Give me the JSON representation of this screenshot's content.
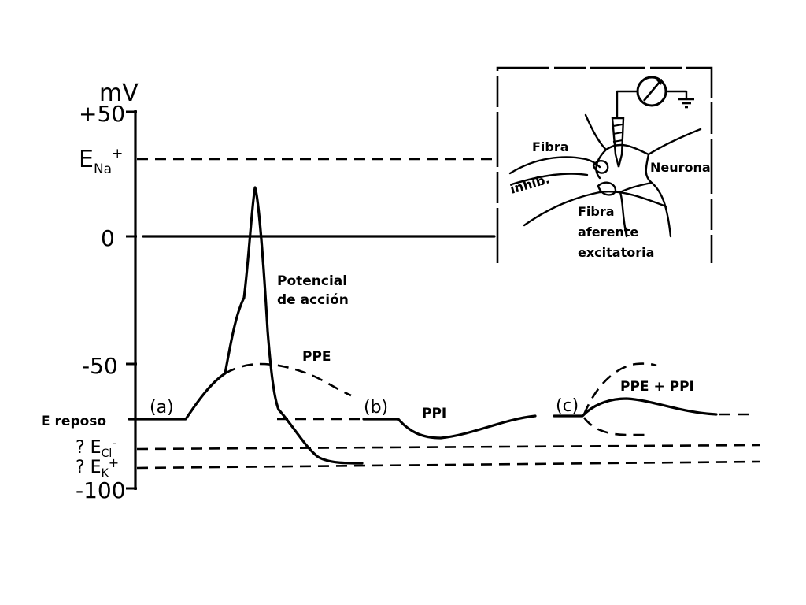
{
  "axis": {
    "unit": "mV",
    "ticks": [
      {
        "value": 50,
        "label": "+50"
      },
      {
        "value": 0,
        "label": "0"
      },
      {
        "value": -50,
        "label": "-50"
      },
      {
        "value": -100,
        "label": "-100"
      }
    ]
  },
  "levels": {
    "e_na_main": "E",
    "e_na_sub": "Na",
    "e_na_sup": "+",
    "e_rest": "E reposo",
    "e_cl_prefix": "? E",
    "e_cl_sub": "Cl",
    "e_cl_sup": "-",
    "e_k_prefix": "? E",
    "e_k_sub": "K",
    "e_k_sup": "+"
  },
  "cases": {
    "a": "(a)",
    "b": "(b)",
    "c": "(c)"
  },
  "traces": {
    "action_potential_line1": "Potencial",
    "action_potential_line2": "de acción",
    "ppe": "PPE",
    "ppi": "PPI",
    "ppe_ppi": "PPE + PPI"
  },
  "inset": {
    "inhib_fiber_line1": "Fibra",
    "inhib_fiber_line2": "inhib.",
    "neuron": "Neurona",
    "afferent_line1": "Fibra",
    "afferent_line2": "aferente",
    "afferent_line3": "excitatoria"
  }
}
